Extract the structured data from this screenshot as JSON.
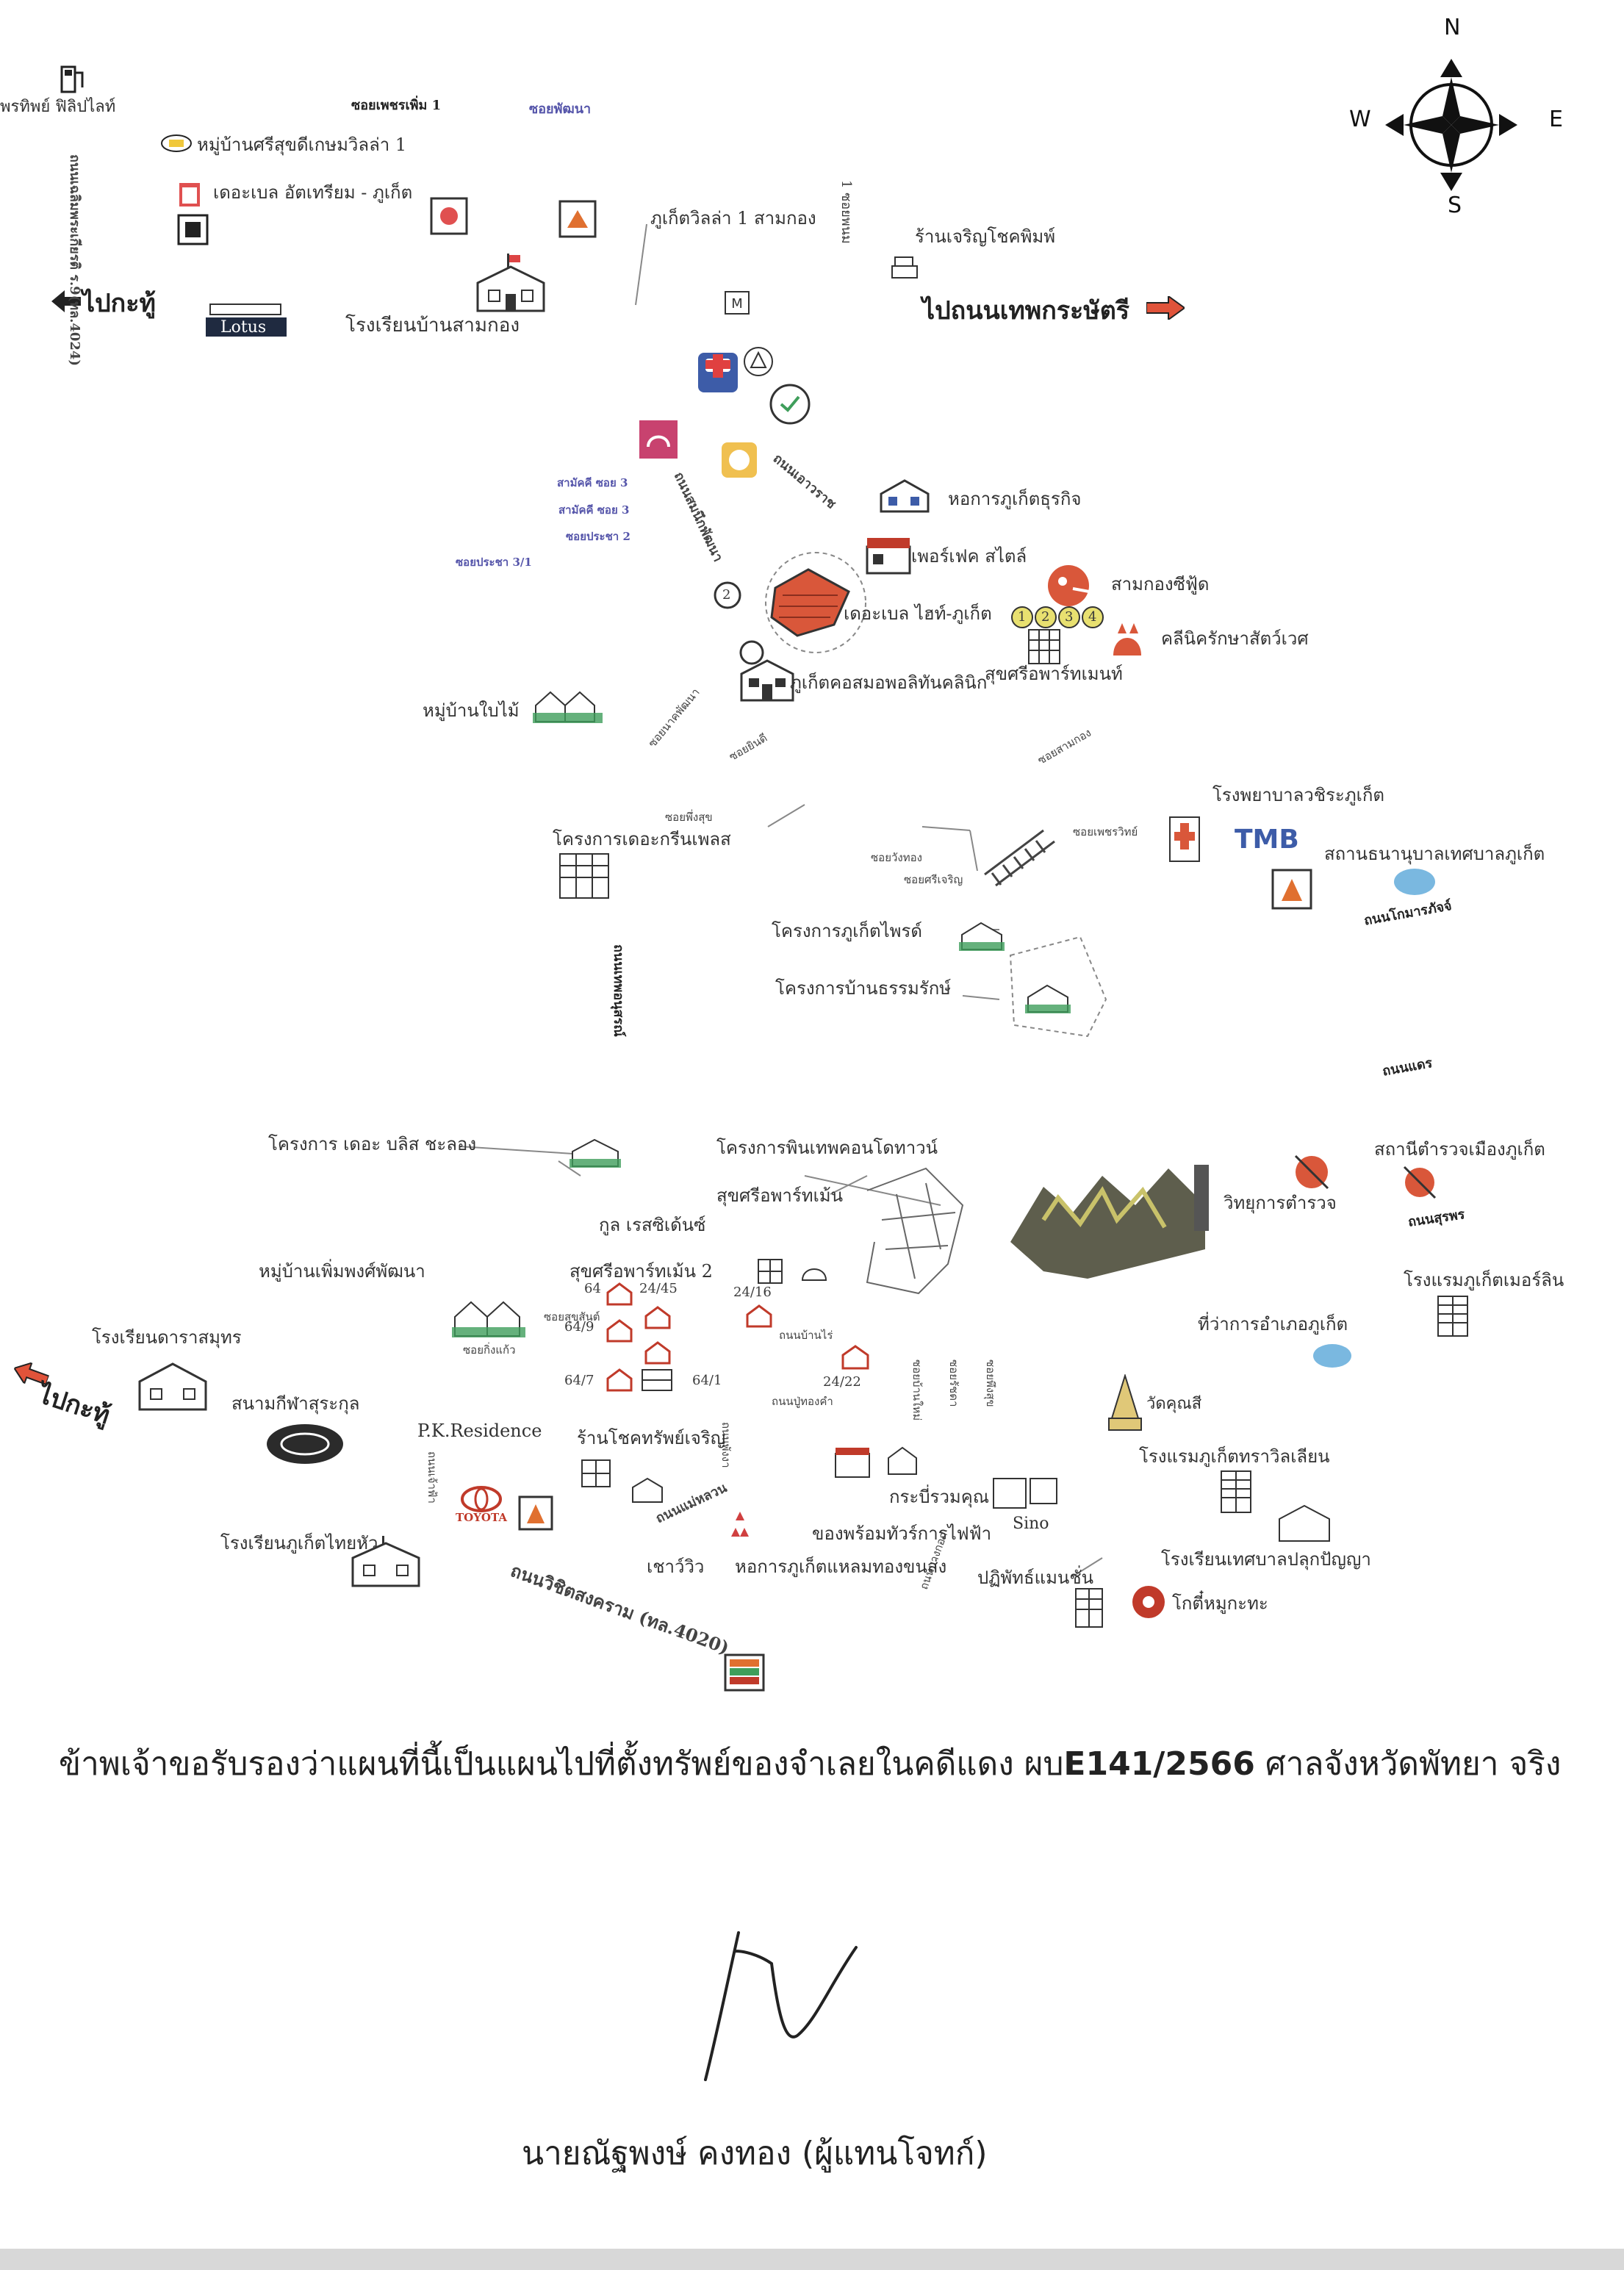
{
  "compass": {
    "n": "N",
    "s": "S",
    "e": "E",
    "w": "W"
  },
  "nav": {
    "to_kathu_top": "ไปกะทู้",
    "to_kathu_left": "ไปกะทู้",
    "to_thepkrasattri": "ไปถนนเทพกระษัตรี"
  },
  "roads": {
    "chalerm_phrakiat": "ถนนเฉลิมพระเกียรติ ร.9(ทล.4024)",
    "wichit_songkhram": "ถนนวิชิตสงคราม (ทล.4020)",
    "soi_phet_1": "ซอยเพชรเพิ่ม 1",
    "soi_pakboon": "ซอยพัฒนา",
    "soi_1": "1 ซอยพนม",
    "thanon_phuket": "ถนนเอาวราช",
    "soi_nimit": "ถนนสมนึกพัฒนา",
    "sub_soi_1": "สามัคคี ซอย 3",
    "sub_soi_2": "สามัคคี ซอย 3",
    "sub_soi_3": "ซอยประชา 2",
    "sub_soi_4": "ซอยประชา 3/1",
    "soi_a": "ซอยนาคพัฒนา",
    "soi_b": "ซอยยินดี",
    "soi_c": "ซอยสามกอง",
    "soi_d": "ซอยพึ่งสุข",
    "soi_e": "ซอยวังทอง",
    "soi_f": "ซอยศรีเจริญ",
    "soi_g": "ซอยเพชรวิทย์",
    "thanon_vertical": "ถนนเทพอนุสรณ์",
    "thanon_mongkol": "ถนนโกมารภัจจ์",
    "thanon_r": "ถนนแดร",
    "thanon_sp": "ถนนสุรพร",
    "thanon_mae_luan": "ถนนแม่หลวน",
    "soi_h": "ซอยสุขสันต์",
    "soi_i": "ซอยกิ่งแก้ว",
    "soi_j": "ถนนบ้านไร่",
    "soi_k": "ถนนปู่ทองคำ",
    "soi_l": "ซอยบ้านใหม่",
    "soi_m": "ซอยรัชดา",
    "soi_n": "ซอยพึงสุข",
    "soi_o": "ถนนพังงา",
    "soi_p": "ถนนเจ้าฟ้า",
    "soi_q": "ถนนบางกอก"
  },
  "places": {
    "ptt": "พรทิพย์ ฟิลิปไลท์",
    "moo_ban_sukdee": "หมู่บ้านศรีสุขดีเกษมวิลล่า 1",
    "the_bell_atrium": "เดอะเบล อัตเทรียม - ภูเก็ต",
    "lotus": "Lotus",
    "school_samkong": "โรงเรียนบ้านสามกอง",
    "phuket_villa_1": "ภูเก็ตวิลล่า 1 สามกอง",
    "rungroj_print": "ร้านเจริญโชคพิมพ์",
    "market_sukhumvit": "หอการภูเก็ตธุรกิจ",
    "perfect_style": "เพอร์เฟค สไตล์",
    "samkong_seafood": "สามกองซีฟู้ด",
    "the_bell_heights": "เดอะเบล ไฮท์-ภูเก็ต",
    "vet_clinic": "คลีนิครักษาสัตว์เวศ",
    "suk_apartment": "สุขศรีอพาร์ทเมนท์",
    "phuket_polyclinic": "ภูเก็ตคอสมอพอลิทันคลินิก",
    "moo_ban_paibai": "หมู่บ้านใบไม้",
    "the_green_place": "โครงการเดอะกรีนเพลส",
    "vachira_hospital": "โรงพยาบาลวชิระภูเก็ต",
    "tmb": "TMB",
    "municipal_stadium": "สถานธนานุบาลเทศบาลภูเก็ต",
    "phuket_prime": "โครงการภูเก็ตไพรด์",
    "ban_thammarak": "โครงการบ้านธรรมรักษ์",
    "bliss_chalong": "โครงการ เดอะ บลิส ชะลอง",
    "phinthep_condo": "โครงการพินเทพคอนโดทาวน์",
    "police_station": "สถานีตำรวจเมืองภูเก็ต",
    "police_radio": "วิทยุการตำรวจ",
    "suk_apartment_2": "สุขศรีอพาร์ทเม้น",
    "kul_residence": "กูล เรสซิเด้นซ์",
    "merlin_hotel": "โรงแรมภูเก็ตเมอร์ลิน",
    "suk_apartment_3": "สุขศรีอพาร์ทเม้น 2",
    "moo_ban_permpong": "หมู่บ้านเพิ่มพงศ์พัฒนา",
    "district_office": "ที่ว่าการอำเภอภูเก็ต",
    "school_darasamut": "โรงเรียนดาราสมุทร",
    "surakul_stadium": "สนามกีฬาสุระกุล",
    "wat_khuanisi": "วัดคุณสี",
    "pk_residence": "P.K.Residence",
    "rong_choke": "ร้านโชคทรัพย์เจริญ",
    "phuket_orchid_hotel": "โรงแรมภูเก็ตทราวิลเลียน",
    "kasikorn_poster": "กระบี่รวมคุณ",
    "sino": "Sino",
    "trang_tour": "ของพร้อมทัวร์การไฟฟ้า",
    "phuket_wittaya": "โรงเรียนภูเก็ตไทยหัว",
    "toyota": "TOYOTA",
    "jsvv": "เชาว์วิว",
    "phuket_house": "หอการภูเก็ตแหลมทองขนส่ง",
    "pattanapol": "ปฏิพัทธ์แมนชั่น",
    "school_municipal": "โรงเรียนเทศบาลปลุกปัญญา",
    "ko_moo_hong": "โกตี๋หมูกะทะ"
  },
  "house_numbers": {
    "h64": "64",
    "h64_9": "64/9",
    "h64_7": "64/7",
    "h64_1": "64/1",
    "h24_45": "24/45",
    "h24_16": "24/16",
    "h24_22": "24/22",
    "h2": "2"
  },
  "markers": {
    "m1": "1",
    "m2": "2",
    "m3": "3",
    "m4": "4"
  },
  "certification": {
    "prefix": "ข้าพเจ้าขอรับรองว่าแผนที่นี้เป็นแผนไปที่ตั้งทรัพย์ของจำเลยในคดีแดง ผบ",
    "case_no": "E141/2566",
    "suffix": " ศาลจังหวัดพัทยา จริง"
  },
  "signer": "นายณัฐพงษ์ คงทอง (ผู้แทนโจทก์)",
  "colors": {
    "accent_red": "#d9573a",
    "accent_blue": "#3d5ca8",
    "road_gray": "#888888"
  }
}
